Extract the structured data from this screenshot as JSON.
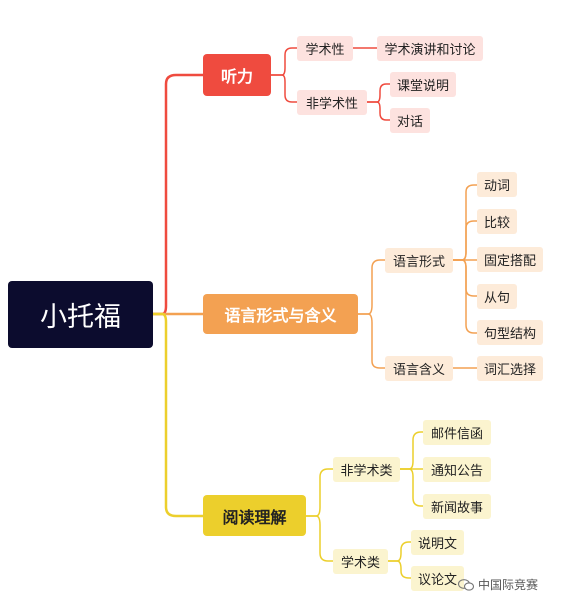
{
  "root": "小托福",
  "branches": {
    "listening": {
      "label": "听力",
      "academic": {
        "label": "学术性",
        "items": [
          "学术演讲和讨论"
        ]
      },
      "nonacademic": {
        "label": "非学术性",
        "items": [
          "课堂说明",
          "对话"
        ]
      }
    },
    "language": {
      "label": "语言形式与含义",
      "form": {
        "label": "语言形式",
        "items": [
          "动词",
          "比较",
          "固定搭配",
          "从句",
          "句型结构"
        ]
      },
      "meaning": {
        "label": "语言含义",
        "items": [
          "词汇选择"
        ]
      }
    },
    "reading": {
      "label": "阅读理解",
      "nonacademic": {
        "label": "非学术类",
        "items": [
          "邮件信函",
          "通知公告",
          "新闻故事"
        ]
      },
      "academic": {
        "label": "学术类",
        "items": [
          "说明文",
          "议论文"
        ]
      }
    }
  },
  "watermark": "中国际竞赛",
  "colors": {
    "red": "#ef4b3f",
    "orange": "#f3a152",
    "yellow": "#eccf2c",
    "root": "#0c0c2e"
  }
}
